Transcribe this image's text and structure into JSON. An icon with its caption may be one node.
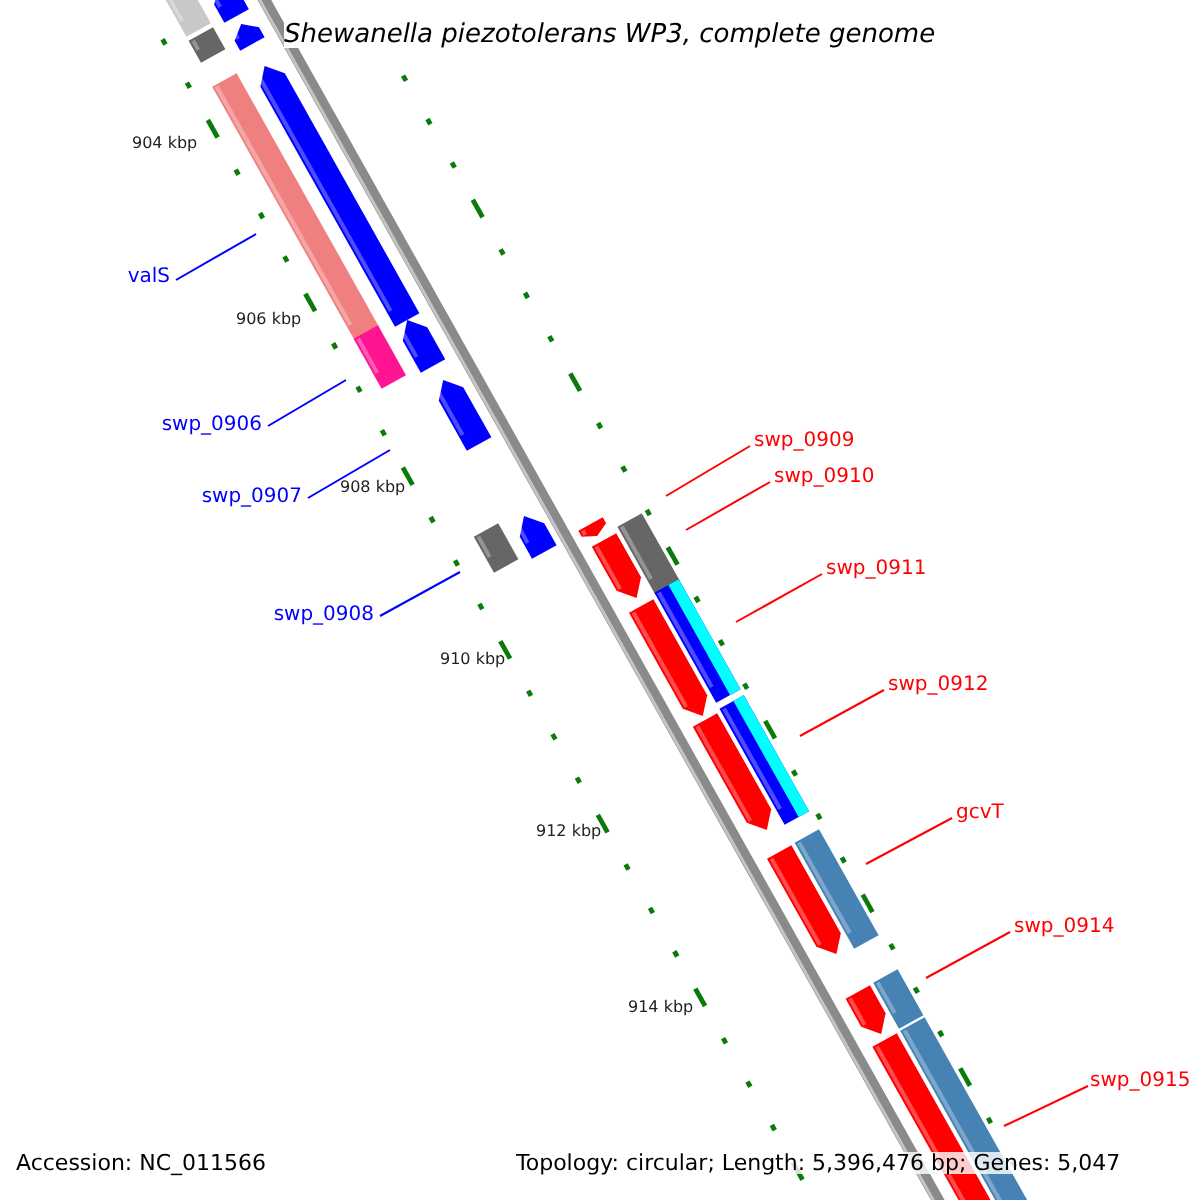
{
  "diagram": {
    "title": "Shewanella piezotolerans WP3, complete genome",
    "nodes": [
      {
        "text": [
          "valS"
        ]
      },
      {
        "text": [
          "swp_0906"
        ]
      },
      {
        "text": [
          "swp_0907"
        ]
      },
      {
        "text": [
          "swp_0908"
        ]
      },
      {
        "text": [
          "swp_0909"
        ]
      },
      {
        "text": [
          "swp_0910"
        ]
      },
      {
        "text": [
          "swp_0911"
        ]
      },
      {
        "text": [
          "swp_0912"
        ]
      },
      {
        "text": [
          "gcvT"
        ]
      },
      {
        "text": [
          "swp_0914"
        ]
      },
      {
        "text": [
          "swp_0915"
        ]
      }
    ],
    "edges": [
      {
        "from": 0,
        "to": null,
        "arrow": "none",
        "color": "#0000ff"
      },
      {
        "from": 1,
        "to": null,
        "arrow": "none",
        "color": "#0000ff"
      },
      {
        "from": 2,
        "to": null,
        "arrow": "none",
        "color": "#0000ff"
      },
      {
        "from": 3,
        "to": null,
        "arrow": "none",
        "color": "#0000ff"
      },
      {
        "from": 4,
        "to": null,
        "arrow": "none"
      },
      {
        "from": 5,
        "to": null,
        "arrow": "none"
      },
      {
        "from": 6,
        "to": null,
        "arrow": "none"
      },
      {
        "from": 7,
        "to": null,
        "arrow": "none"
      },
      {
        "from": 8,
        "to": null,
        "arrow": "none"
      },
      {
        "from": 9,
        "to": null,
        "arrow": "none"
      },
      {
        "from": 10,
        "to": null,
        "arrow": "none"
      }
    ],
    "labels": [
      "904 kbp",
      "906 kbp",
      "908 kbp",
      "910 kbp",
      "912 kbp",
      "914 kbp",
      "Accession: NC_011566",
      "Topology: circular; Length: 5,396,476 bp; Genes: 5,047"
    ]
  }
}
